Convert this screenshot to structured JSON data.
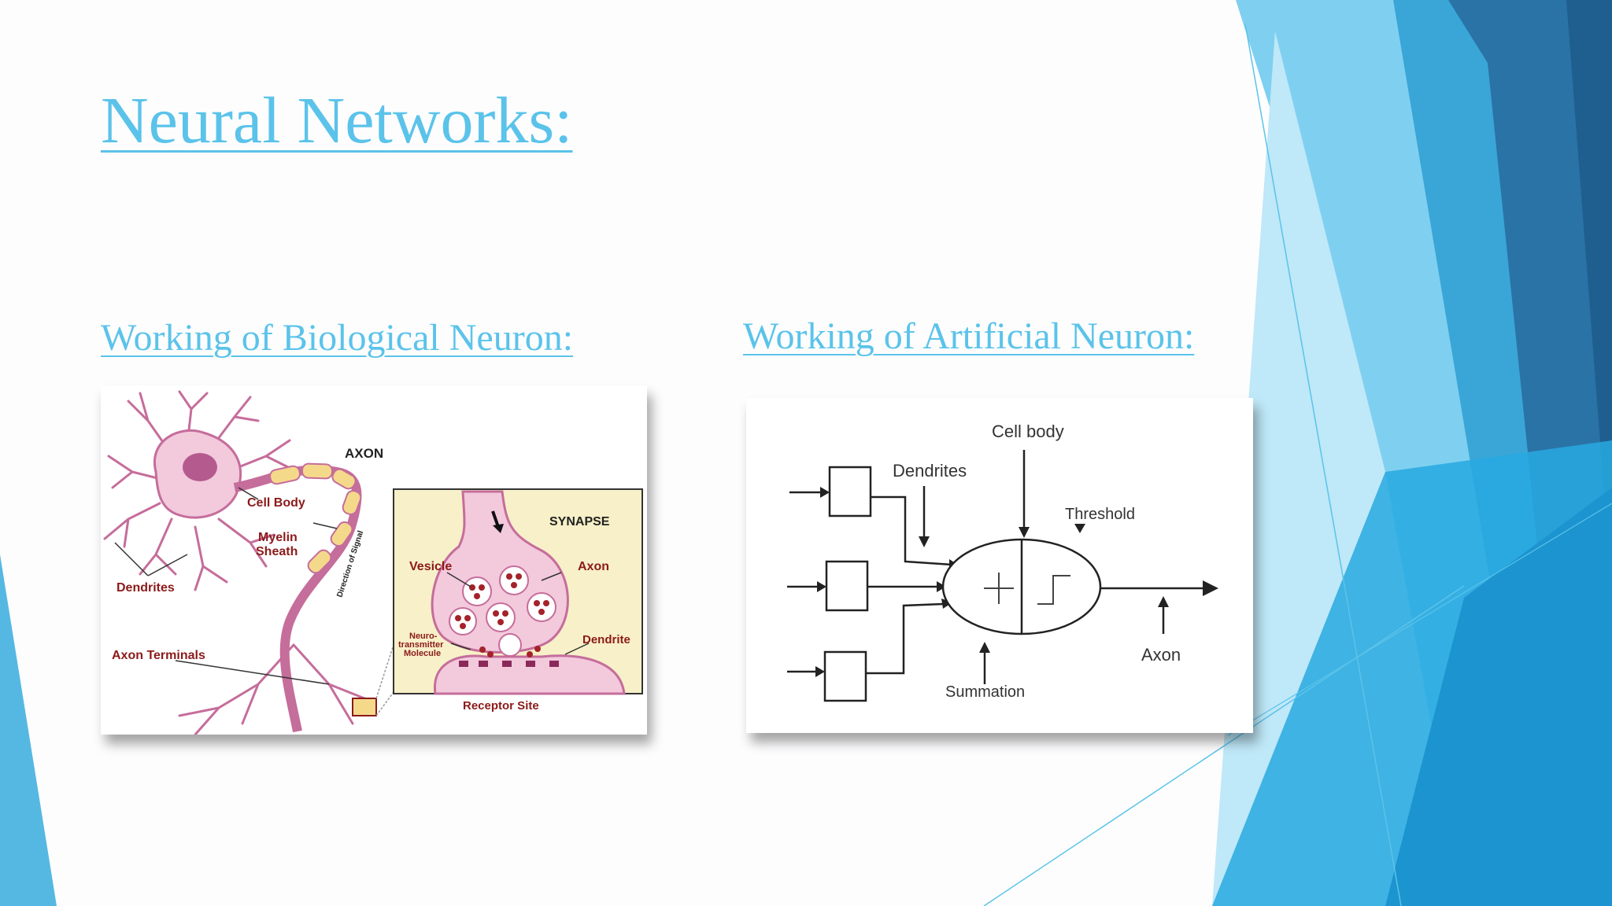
{
  "slide": {
    "title": "Neural Networks:",
    "left_heading": "Working of Biological Neuron:",
    "right_heading": "Working of Artificial Neuron:"
  },
  "biological_diagram": {
    "axon": "AXON",
    "cell_body": "Cell Body",
    "myelin_1": "Myelin",
    "myelin_2": "Sheath",
    "dendrites": "Dendrites",
    "direction": "Direction of Signal",
    "axon_terminals": "Axon Terminals",
    "synapse": "SYNAPSE",
    "vesicle": "Vesicle",
    "inset_axon": "Axon",
    "nt_1": "Neuro-",
    "nt_2": "transmitter",
    "nt_3": "Molecule",
    "dendrite": "Dendrite",
    "receptor_site": "Receptor Site"
  },
  "artificial_diagram": {
    "cell_body": "Cell body",
    "dendrites": "Dendrites",
    "threshold": "Threshold",
    "axon": "Axon",
    "summation": "Summation"
  },
  "colors": {
    "title": "#5bc3ea",
    "neuron_fill": "#f3c9dc",
    "neuron_stroke": "#c56d9b",
    "nucleus": "#b55a8f",
    "myelin": "#f5d98b",
    "label_red": "#8b1a1a",
    "inset_bg": "#f7f0c8"
  }
}
